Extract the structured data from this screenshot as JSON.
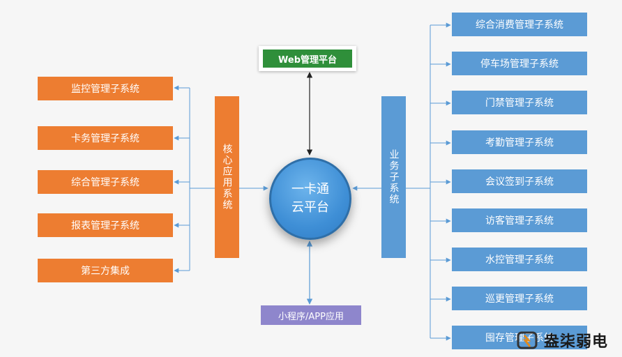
{
  "web_platform": "Web管理平台",
  "hub": {
    "line1": "一卡通",
    "line2": "云平台"
  },
  "core_label": "核心应用系统",
  "business_label": "业务子系统",
  "mini_app": "小程序/APP应用",
  "left_items": [
    "监控管理子系统",
    "卡务管理子系统",
    "综合管理子系统",
    "报表管理子系统",
    "第三方集成"
  ],
  "right_items": [
    "综合消费管理子系统",
    "停车场管理子系统",
    "门禁管理子系统",
    "考勤管理子系统",
    "会议签到子系统",
    "访客管理子系统",
    "水控管理子系统",
    "巡更管理子系统",
    "囤存管理子系统"
  ],
  "watermark": {
    "title": "盎柒弱电",
    "subtitle": "SHENG QI RUO ELECTRICITY"
  },
  "colors": {
    "orange": "#ed7d31",
    "blue": "#5b9bd5",
    "green": "#2f8f3a",
    "purple": "#8e86cc",
    "arrow": "#5b9bd5"
  }
}
